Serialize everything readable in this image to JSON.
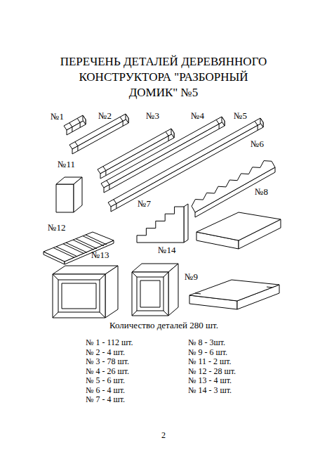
{
  "diagram": {
    "title": "ПЕРЕЧЕНЬ ДЕТАЛЕЙ ДЕРЕВЯННОГО КОНСТРУКТОРА \"РАЗБОРНЫЙ ДОМИК\" №5",
    "labels": [
      "№1",
      "№2",
      "№3",
      "№4",
      "№5",
      "№6",
      "№11",
      "№8",
      "№7",
      "№12",
      "№13",
      "№14",
      "№9",
      "Количество деталей 280 шт.",
      "№ 1 - 112 шт.",
      "№ 2 - 4 шт.",
      "№ 3 - 78 шт.",
      "№ 4 - 26 шт.",
      "№ 5 - 6 шт.",
      "№ 6 - 4 шт.",
      "№ 7 - 4 шт.",
      "№ 8 - 3шт.",
      "№ 9 - 6 шт.",
      "№ 11 - 2 шт.",
      "№ 12 - 28 шт.",
      "№ 13 - 4 шт.",
      "№ 14 - 3 шт.",
      "2"
    ]
  }
}
